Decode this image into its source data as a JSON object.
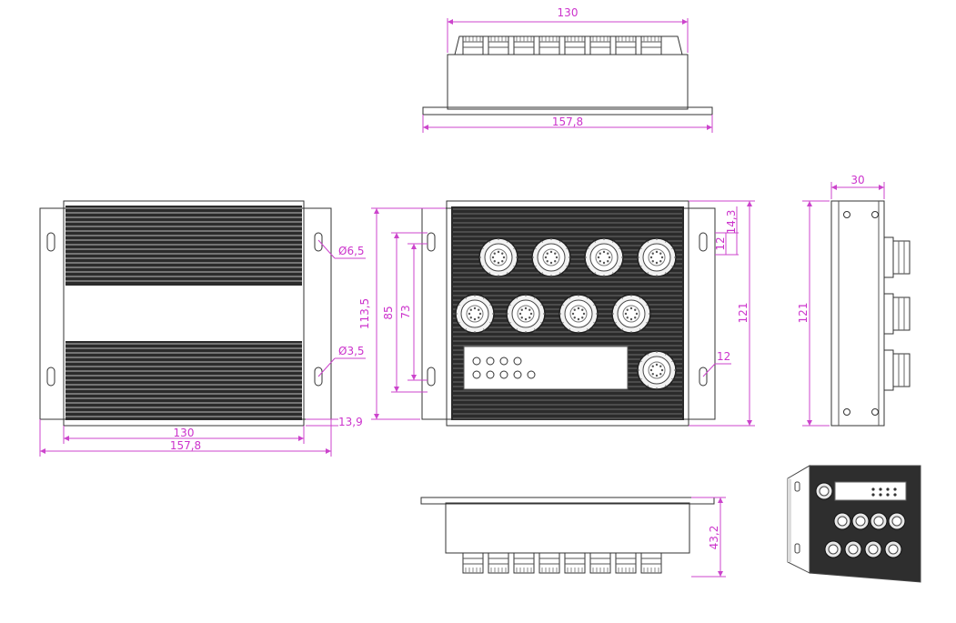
{
  "dimensions": {
    "top_view_width": "130",
    "top_view_flange": "157,8",
    "front_height_113": "113,5",
    "front_hole_85": "85",
    "front_hole_73": "73",
    "front_height_121": "121",
    "front_12_top": "12",
    "front_14_3": "14,3",
    "front_12_bottom": "12",
    "left_hole_6_5": "Ø6,5",
    "left_hole_3_5": "Ø3,5",
    "left_width_130": "130",
    "left_flange_157": "157,8",
    "left_13_9": "13,9",
    "side_depth_30": "30",
    "side_height_121": "121",
    "bottom_height_43_2": "43,2"
  },
  "colors": {
    "dimension": "#cc33cc",
    "outline": "#333333",
    "body_dark": "#2b2b2b",
    "fin": "#bdbdbd"
  }
}
